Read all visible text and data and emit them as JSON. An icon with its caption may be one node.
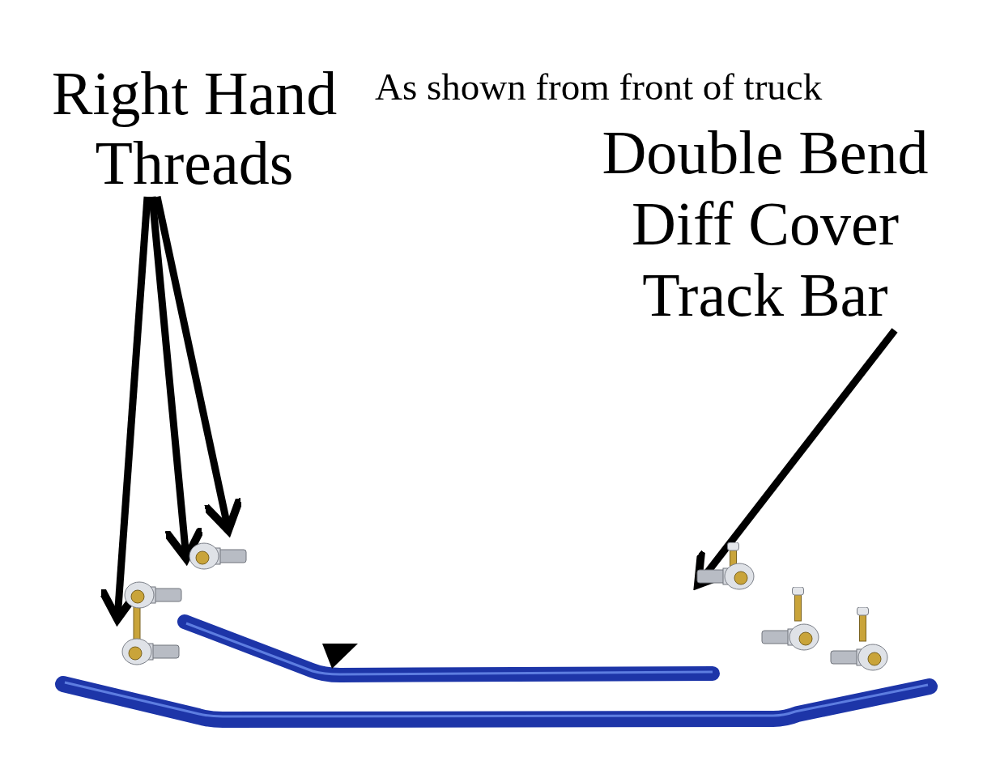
{
  "diagram": {
    "nodes": [
      {
        "text": [
          "Right Hand Threads"
        ]
      },
      {
        "text": [
          "Double Bend Diff Cover Track Bar"
        ]
      },
      {
        "text": [],
        "shape": "picture"
      },
      {
        "text": [],
        "shape": "picture"
      },
      {
        "text": [],
        "shape": "picture"
      },
      {
        "text": [],
        "shape": "picture"
      },
      {
        "text": [],
        "shape": "picture"
      }
    ],
    "edges": [
      {
        "from": 0,
        "to": 2,
        "arrow": "to"
      },
      {
        "from": 0,
        "to": 3,
        "arrow": "to"
      },
      {
        "from": 0,
        "to": 3,
        "arrow": "to"
      },
      {
        "from": 1,
        "to": 4,
        "arrow": "to"
      }
    ],
    "labels": [
      "As shown from front of truck"
    ]
  }
}
